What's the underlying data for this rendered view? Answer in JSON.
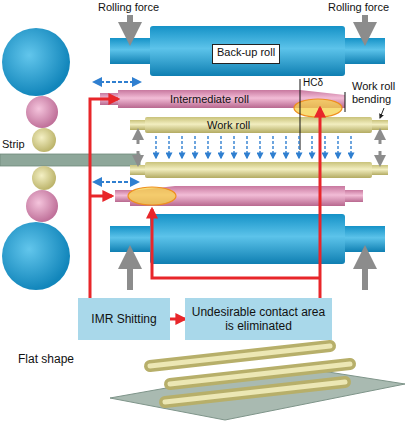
{
  "diagram": {
    "nodes": [
      {
        "text": [
          "Back-up roll"
        ]
      },
      {
        "text": [
          "Intermediate roll"
        ]
      },
      {
        "text": [
          "Work roll"
        ]
      },
      {
        "text": [
          "IMR Shitting"
        ]
      },
      {
        "text": [
          "Undesirable contact area is eliminated"
        ]
      }
    ],
    "edges": [
      {
        "from": 3,
        "to": 4,
        "arrow": "to"
      },
      {
        "from": 3,
        "to": 1,
        "arrow": "to"
      },
      {
        "from": 4,
        "to": 1,
        "arrow": "to"
      }
    ],
    "labels": [
      "Rolling force",
      "Rolling force",
      "Strip",
      "HCδ",
      "Work roll bending",
      "Flat shape"
    ]
  }
}
